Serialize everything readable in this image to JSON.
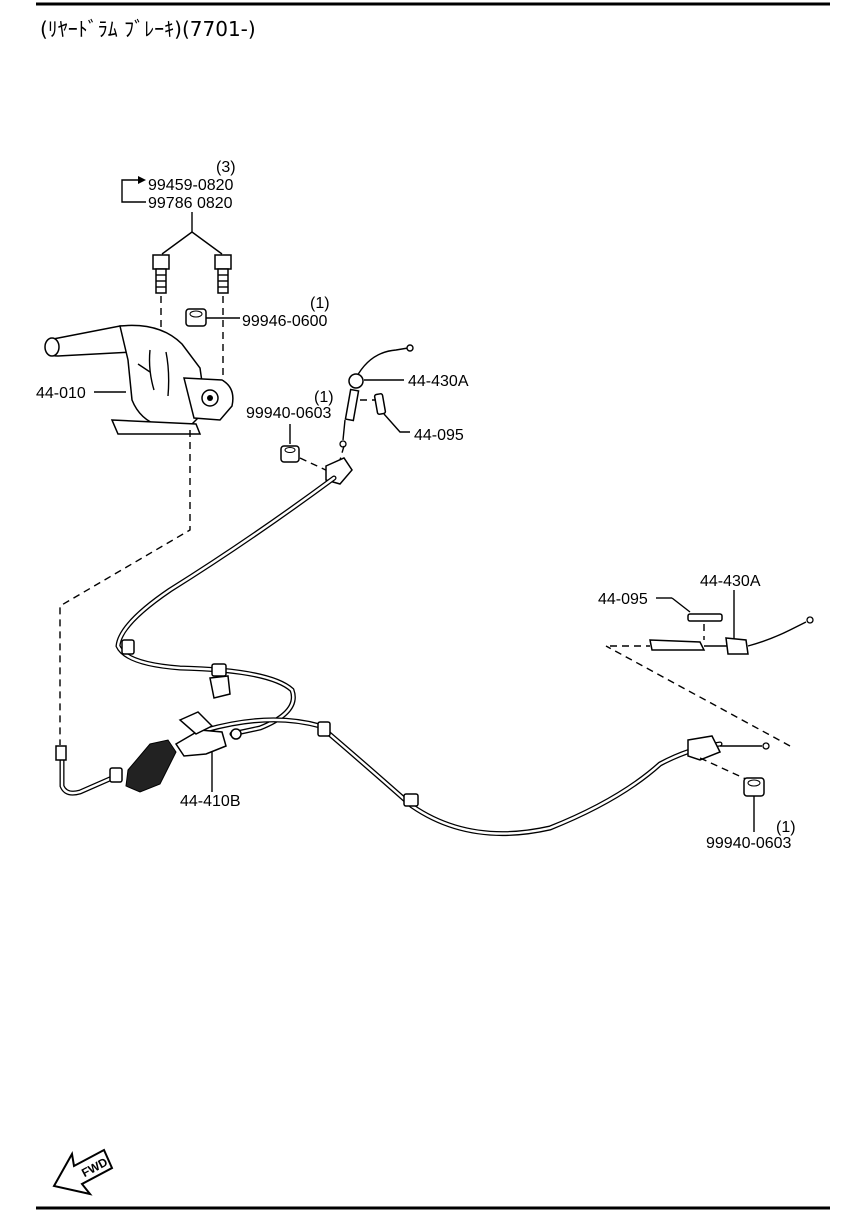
{
  "title": "(ﾘﾔｰﾄﾞﾗﾑ ﾌﾞﾚｰｷ)(7701-)",
  "fwd_label": "FWD",
  "labels": {
    "qty_bolts": "(3)",
    "bolt_a": "99459-0820",
    "bolt_b": "99786 0820",
    "qty_nut_top": "(1)",
    "nut_top": "99946-0600",
    "lever": "44-010",
    "cable_upper": "44-430A",
    "qty_nut_mid": "(1)",
    "nut_mid": "99940-0603",
    "clip_upper": "44-095",
    "clip_detail": "44-095",
    "cable_detail": "44-430A",
    "equalizer_cable": "44-410B",
    "qty_nut_bottom": "(1)",
    "nut_bottom": "99940-0603"
  }
}
